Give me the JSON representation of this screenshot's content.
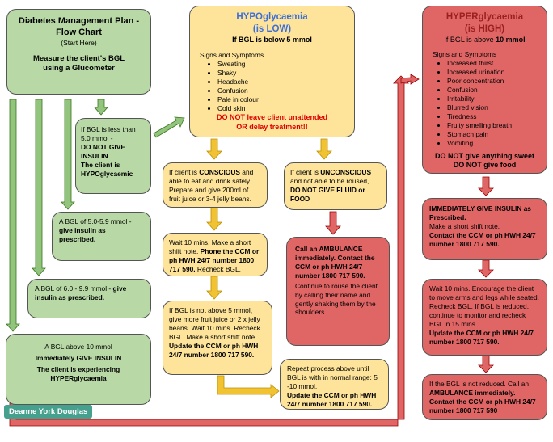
{
  "title_box": {
    "title": "Diabetes Management Plan - Flow Chart",
    "subtitle": "(Start Here)",
    "instruction": "Measure the client's BGL using a Glucometer"
  },
  "green": {
    "less5": {
      "line1": "If BGL is less than 5.0 mmol -",
      "line2": "DO NOT GIVE INSULIN",
      "line3": "The client is HYPOglycaemic"
    },
    "range5_9": {
      "pre": "A BGL of 5.0-5.9 mmol -",
      "bold": "give insulin as prescribed."
    },
    "range6_9": {
      "pre": "A BGL of 6.0 - 9.9 mmol -",
      "bold": "give insulin as prescribed."
    },
    "above10": {
      "line1": "A BGL above 10 mmol",
      "line2": "Immediately GIVE INSULIN",
      "line3": "The client is experiencing HYPERglycaemia"
    }
  },
  "hypo": {
    "title1": "HYPOglycaemia",
    "title2": "(is LOW)",
    "threshold": "If BGL is below 5 mmol",
    "signs_title": "Signs and Symptoms",
    "signs": [
      "Sweating",
      "Shaky",
      "Headache",
      "Confusion",
      "Pale in colour",
      "Cold skin"
    ],
    "warning": "DO NOT leave client unattended OR delay treatment!!"
  },
  "conscious": {
    "pre": "If client is ",
    "bold": "CONSCIOUS",
    "rest": " and able to eat and drink safely. Prepare and give 200ml of fruit juice or 3-4 jelly beans."
  },
  "unconscious": {
    "pre": "If client is ",
    "bold": "UNCONSCIOUS",
    "mid": " and not able to be roused, ",
    "bold2": "DO NOT GIVE FLUID or FOOD"
  },
  "wait1": {
    "pre": "Wait 10 mins. Make a short shift note. ",
    "bold": "Phone the CCM or ph HWH 24/7 number 1800 717 590.",
    "rest": " Recheck BGL."
  },
  "wait2": {
    "text": "If BGL is not above 5 mmol, give more fruit juice or 2 x jelly beans. Wait 10 mins. Recheck BGL. Make a short shift note.",
    "bold": "Update the CCM or ph HWH 24/7 number 1800 717 590."
  },
  "ambulance": {
    "bold": "Call an AMBULANCE immediately. Contact the CCM or ph HWH 24/7 number 1800 717 590.",
    "rest": "Continue to rouse the client by calling their name and gently shaking them by the shoulders."
  },
  "repeat": {
    "text": "Repeat process above until BGL is with in normal range: 5 -10 mmol.",
    "bold": "Update the CCM or ph HWH 24/7 number 1800 717 590."
  },
  "hyper": {
    "title1": "HYPERglycaemia",
    "title2": "(is HIGH)",
    "threshold_pre": "If BGL is above ",
    "threshold_bold": "10 mmol",
    "signs_title": "Signs and Symptoms",
    "signs": [
      "Increased thirst",
      "Increased urination",
      "Poor concentration",
      "Confusion",
      "Irritability",
      "Blurred vision",
      "Tiredness",
      "Fruity smelling breath",
      "Stomach pain",
      "Vomiting"
    ],
    "warning": "DO NOT give anything sweet DO NOT give food"
  },
  "give_insulin": {
    "bold": "IMMEDIATELY GIVE INSULIN as Prescribed.",
    "text": "Make a short shift note.",
    "bold2": "Contact the CCM or ph HWH 24/7 number 1800 717 590."
  },
  "wait_hyper": {
    "text": "Wait 10 mins. Encourage the client to move arms and legs while seated. Recheck BGL. If BGL is reduced, continue to monitor and recheck BGL in 15 mins.",
    "bold": "Update the CCM or ph HWH 24/7 number 1800 717 590."
  },
  "not_reduced": {
    "pre": "If the BGL is not reduced. Call an ",
    "bold": "AMBULANCE immediately. Contact the CCM or ph HWH 24/7 number 1800 717 590"
  },
  "author": "Deanne York Douglas",
  "colors": {
    "green": "#b8d9a6",
    "yellow": "#fde49a",
    "red": "#e06666",
    "green_arrow": "#93c47d",
    "yellow_arrow": "#f1c232",
    "red_arrow": "#cc4125",
    "hypo_title": "#3d6fd8",
    "warning": "#e00000"
  }
}
